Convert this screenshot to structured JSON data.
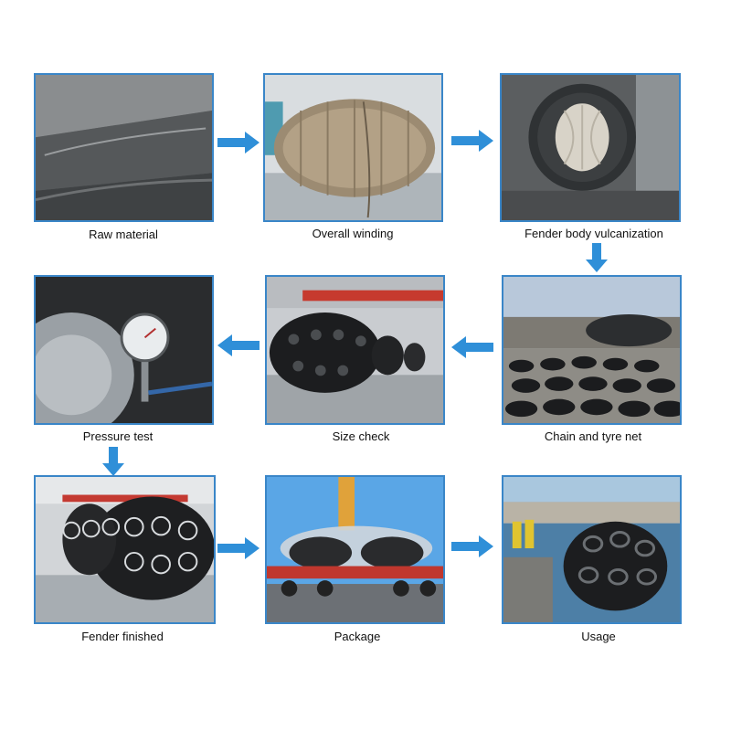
{
  "steps": [
    {
      "label": "Raw material"
    },
    {
      "label": "Overall winding"
    },
    {
      "label": "Fender body vulcanization"
    },
    {
      "label": "Chain and tyre net"
    },
    {
      "label": "Size check"
    },
    {
      "label": "Pressure test"
    },
    {
      "label": "Fender finished"
    },
    {
      "label": "Package"
    },
    {
      "label": "Usage"
    }
  ],
  "colors": {
    "frame": "#3a86c8",
    "arrow": "#2f8fd8"
  }
}
